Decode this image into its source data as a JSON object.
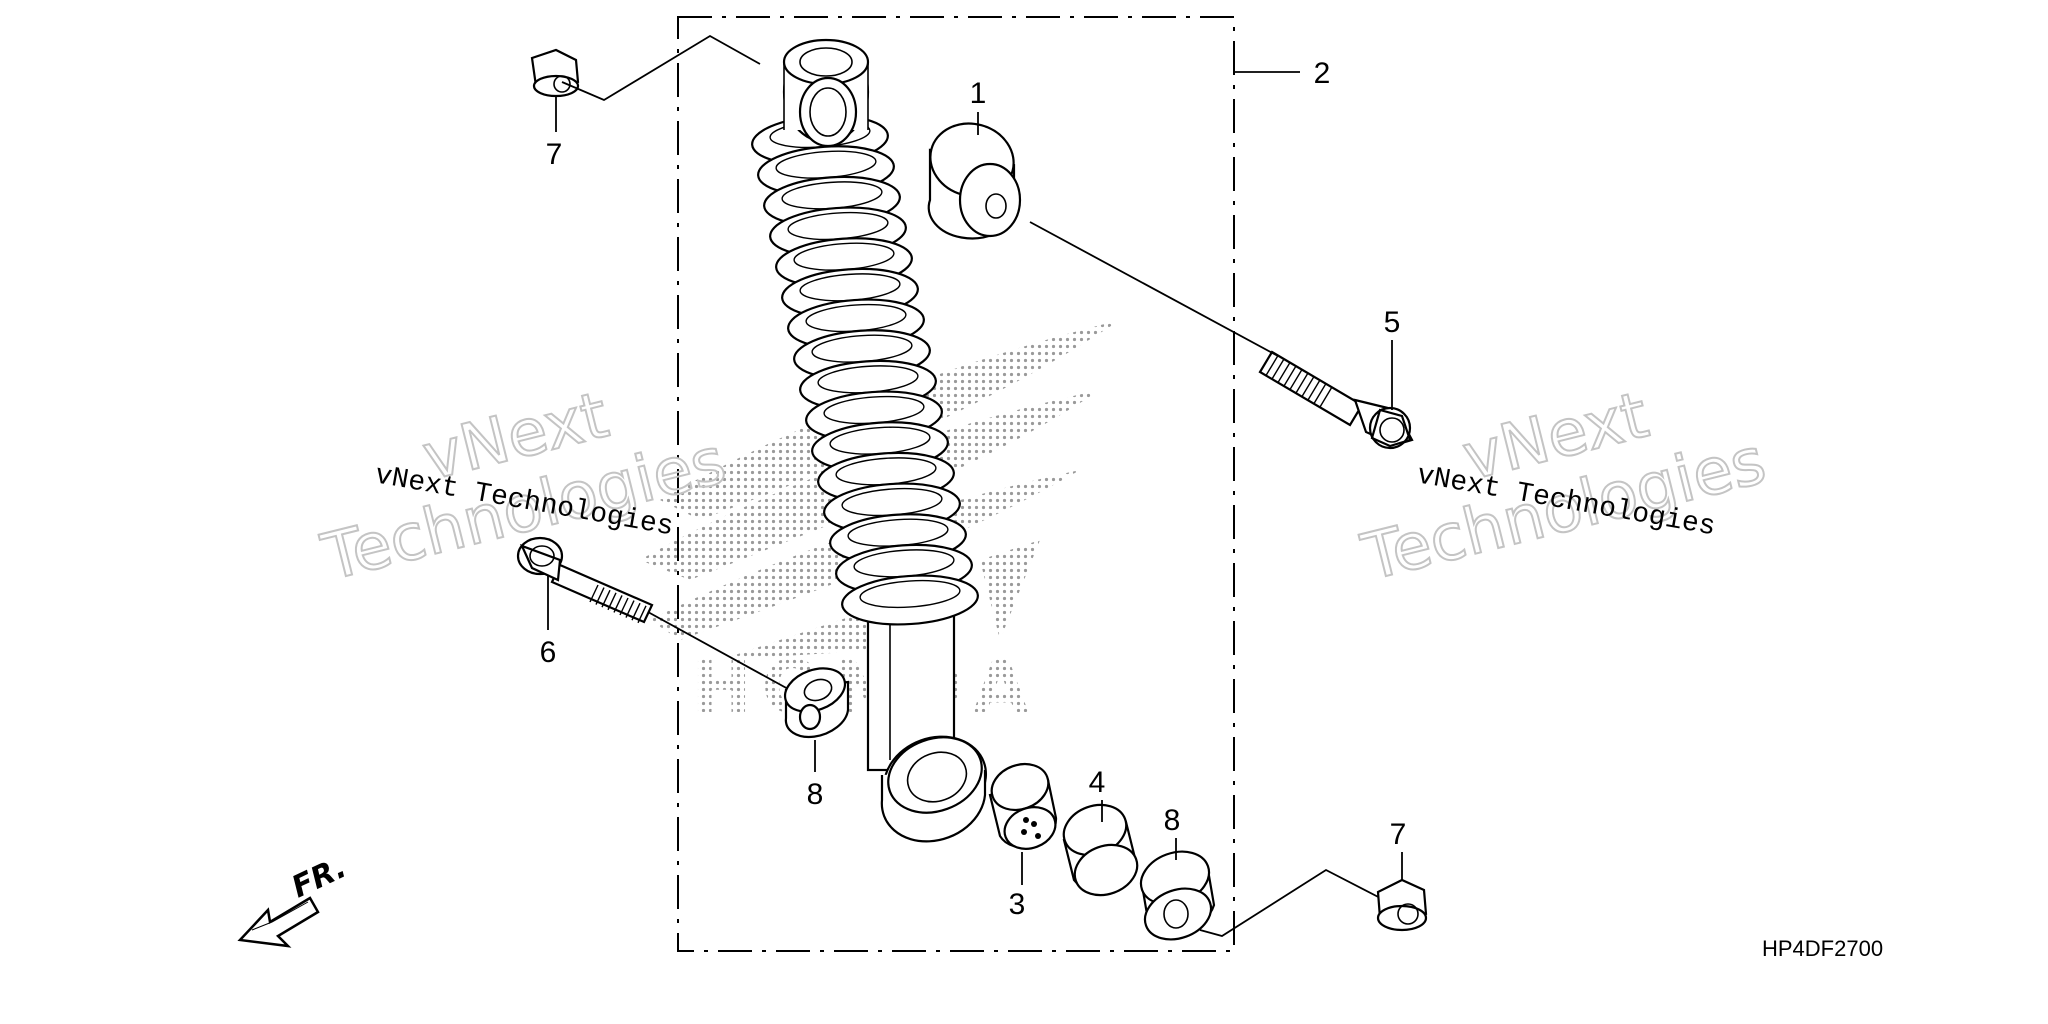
{
  "diagram_code": "HP4DF2700",
  "callouts": {
    "c1": "1",
    "c2": "2",
    "c3": "3",
    "c4": "4",
    "c5": "5",
    "c6": "6",
    "c7a": "7",
    "c7b": "7",
    "c8a": "8",
    "c8b": "8"
  },
  "direction_label": "FR.",
  "watermark": {
    "left_serif": "vNext Technologies",
    "left_outline_1": "vNext",
    "left_outline_2": "Technologies",
    "right_serif": "vNext Technologies",
    "right_outline_1": "vNext",
    "right_outline_2": "Technologies"
  },
  "logo_text": "HONDA"
}
